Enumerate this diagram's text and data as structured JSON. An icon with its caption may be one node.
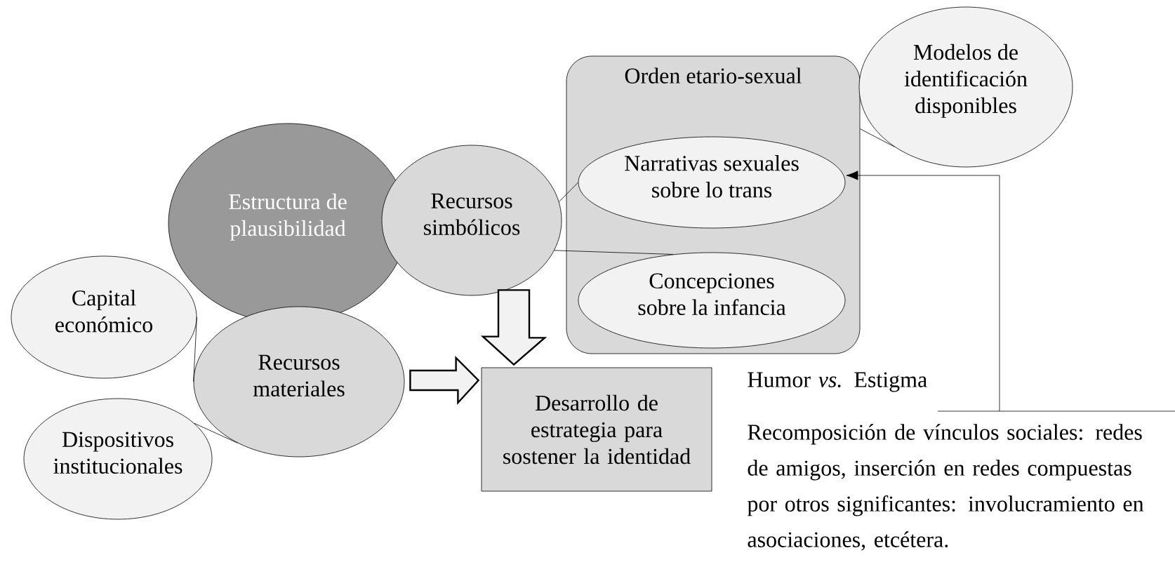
{
  "diagram": {
    "nodes": [
      {
        "text": [
          "Estructura de plausibilidad"
        ]
      },
      {
        "text": [
          "Recursos simbólicos"
        ]
      },
      {
        "text": [
          "Orden etario-sexual"
        ]
      },
      {
        "text": [
          "Narrativas sexuales sobre lo trans"
        ],
        "in": 2
      },
      {
        "text": [
          "Concepciones sobre la infancia"
        ],
        "in": 2
      },
      {
        "text": [
          "Modelos de identificación disponibles"
        ]
      },
      {
        "text": [
          "Capital económico"
        ]
      },
      {
        "text": [
          "Recursos materiales"
        ]
      },
      {
        "text": [
          "Dispositivos institucionales"
        ]
      },
      {
        "text": [
          "Desarrollo de estrategia para sostener la identidad"
        ]
      },
      {
        "text": [
          "Humor *vs.* Estigma",
          "Recomposición de vínculos sociales: redes de amigos, inserción en redes compuestas por otros significantes: involucramiento en asociaciones, etcétera."
        ]
      }
    ],
    "edges": [
      {
        "from": 1,
        "to": 3,
        "arrow": "none"
      },
      {
        "from": 1,
        "to": 4,
        "arrow": "none"
      },
      {
        "from": 5,
        "to": 2,
        "arrow": "none"
      },
      {
        "from": 6,
        "to": 7,
        "arrow": "none"
      },
      {
        "from": 8,
        "to": 7,
        "arrow": "none"
      },
      {
        "from": 1,
        "to": 9,
        "arrow": "to",
        "style": "thick"
      },
      {
        "from": 7,
        "to": 9,
        "arrow": "to",
        "style": "thick"
      },
      {
        "from": 10,
        "to": 3,
        "arrow": "to"
      }
    ]
  }
}
